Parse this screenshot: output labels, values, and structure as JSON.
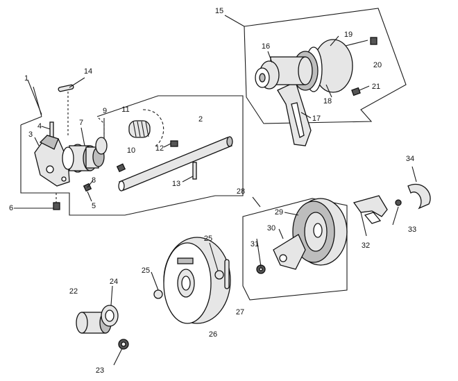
{
  "diagram": {
    "labels": {
      "p1": "1",
      "p2": "2",
      "p3": "3",
      "p4": "4",
      "p5": "5",
      "p6": "6",
      "p7": "7",
      "p8": "8",
      "p9": "9",
      "p10": "10",
      "p11": "11",
      "p12": "12",
      "p13": "13",
      "p14": "14",
      "p15": "15",
      "p16": "16",
      "p17": "17",
      "p18": "18",
      "p19": "19",
      "p20": "20",
      "p21": "21",
      "p22": "22",
      "p23": "23",
      "p24": "24",
      "p25a": "25",
      "p25b": "25",
      "p26": "26",
      "p27": "27",
      "p28": "28",
      "p29": "29",
      "p30": "30",
      "p31": "31",
      "p32": "32",
      "p33": "33",
      "p34": "34"
    }
  }
}
